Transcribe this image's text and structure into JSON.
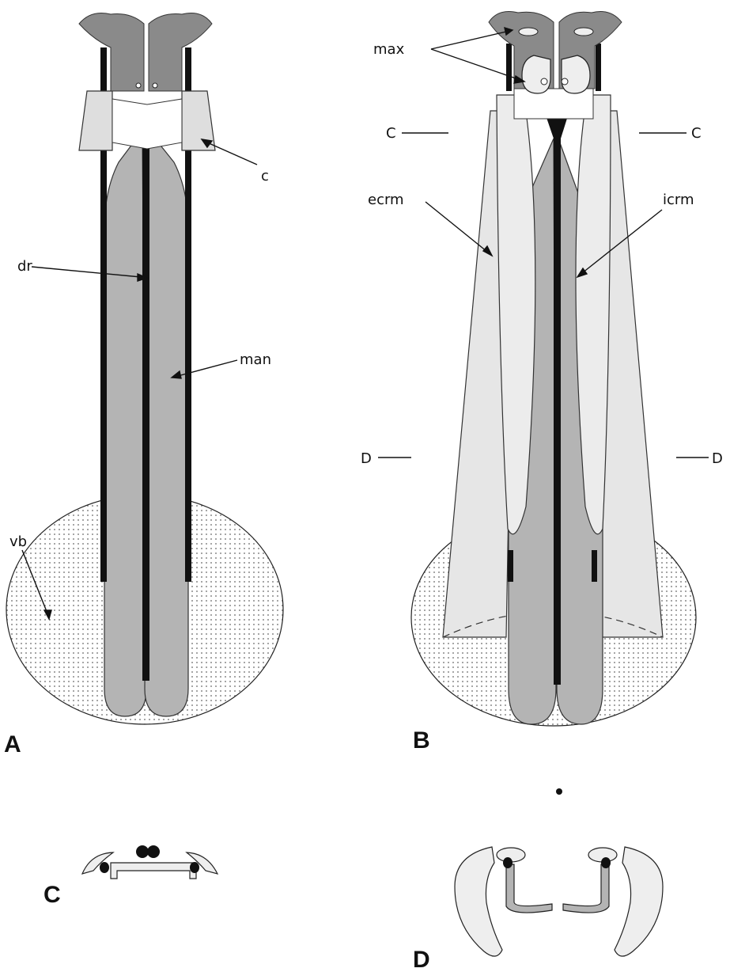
{
  "panels": {
    "a": "A",
    "b": "B",
    "c": "C",
    "d": "D"
  },
  "labels": {
    "c_a": "c",
    "dr": "dr",
    "man": "man",
    "vb": "vb",
    "max": "max",
    "c_left": "C",
    "c_right": "C",
    "ecrm": "ecrm",
    "icrm": "icrm",
    "d_left": "D",
    "d_right": "D"
  },
  "colors": {
    "dark_fill": "#8a8a8a",
    "mid_fill": "#b4b4b4",
    "light_fill": "#dedede",
    "black": "#111111",
    "stipple": "#666666"
  }
}
